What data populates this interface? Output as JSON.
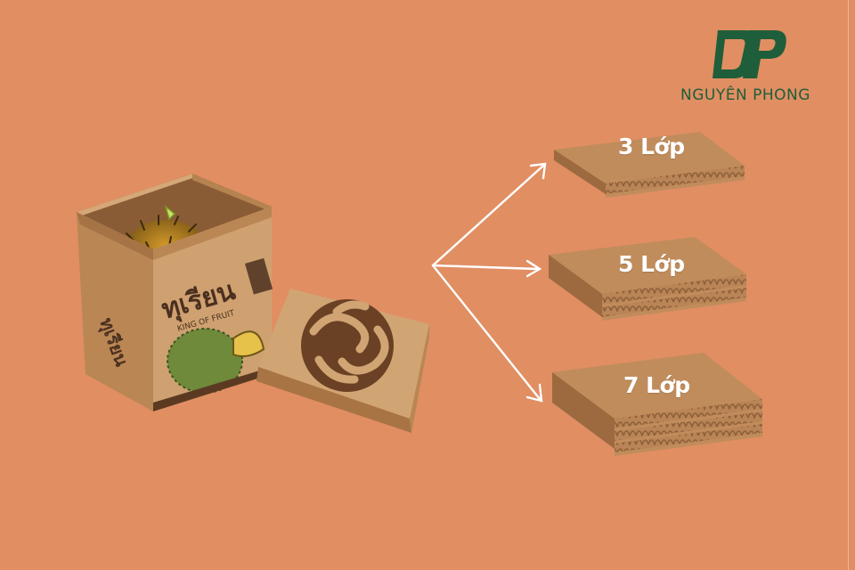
{
  "brand": {
    "name": "NGUYÊN PHONG",
    "logo_icon": "np-monogram-icon",
    "color": "#1F5E3A"
  },
  "product": {
    "box_title_thai": "ทุเรียน",
    "box_subtitle": "KING OF FRUIT",
    "box_side_text": "ทุเรียน"
  },
  "layers": [
    {
      "label": "3 Lớp"
    },
    {
      "label": "5 Lớp"
    },
    {
      "label": "7 Lớp"
    }
  ],
  "colors": {
    "background": "#E18E63",
    "kraft": "#C99767",
    "kraft_dark": "#A8754A",
    "arrow": "#FFFFFF"
  }
}
